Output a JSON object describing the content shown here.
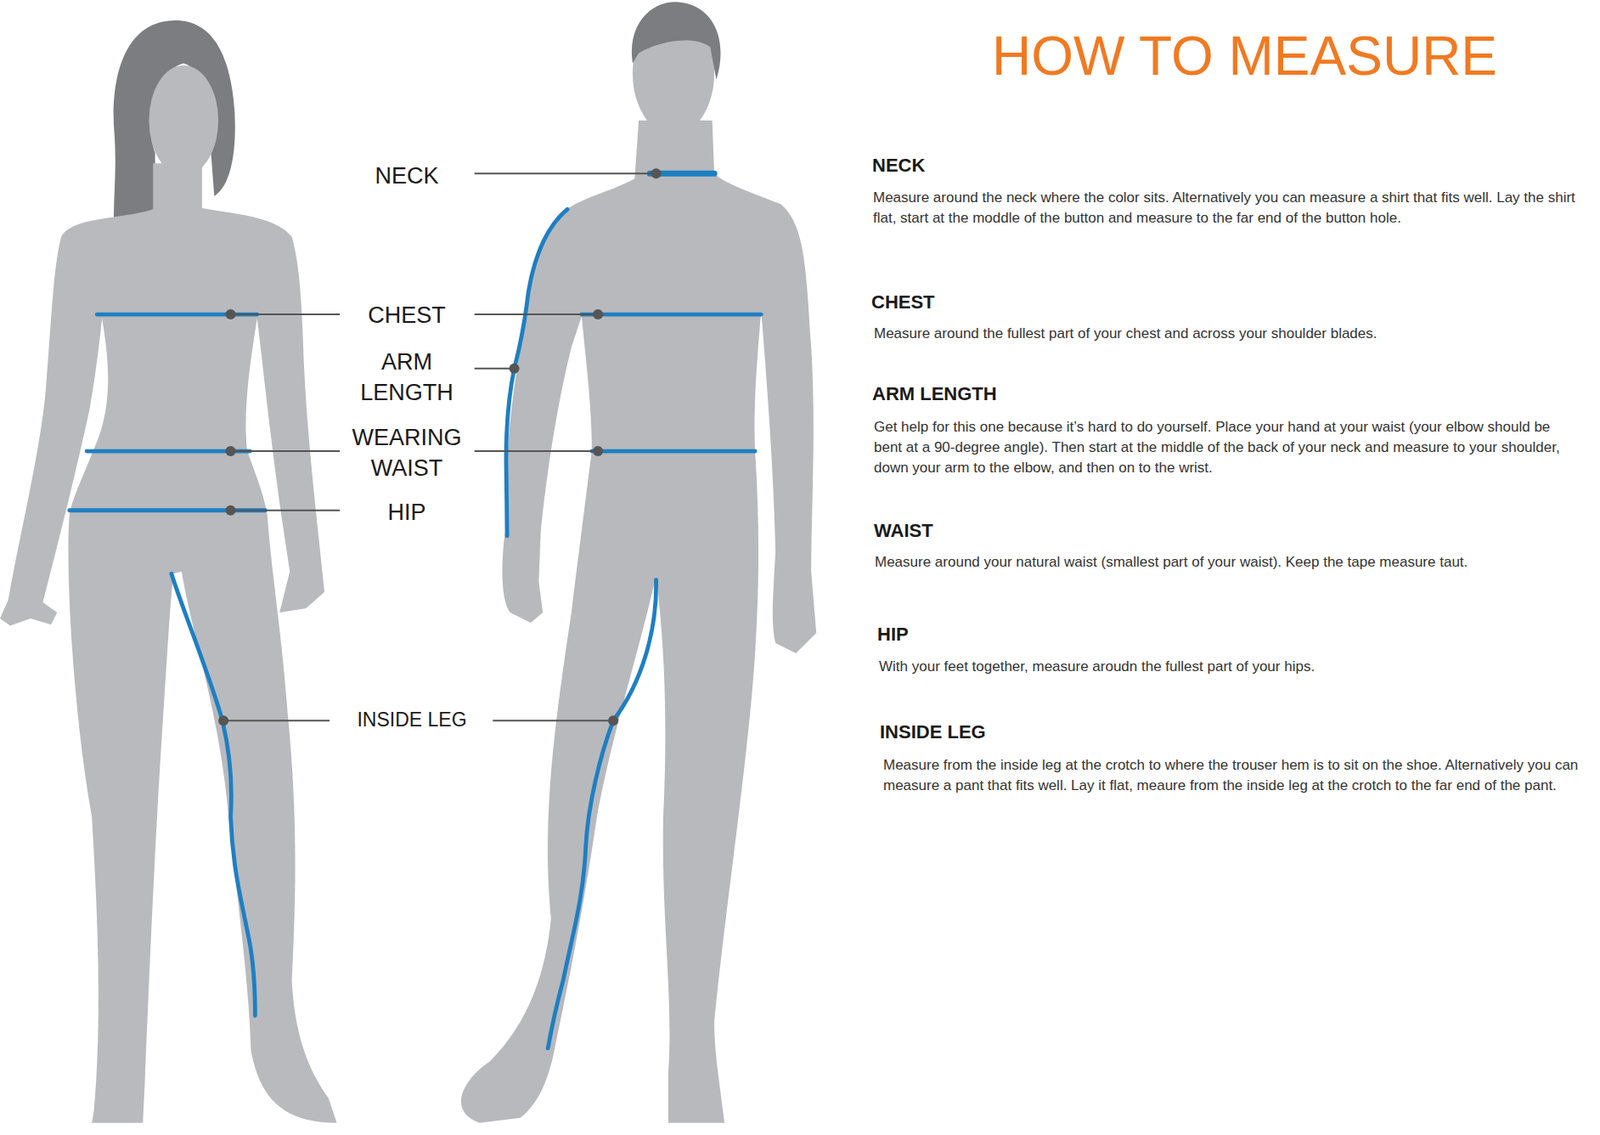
{
  "diagram": {
    "title": "HOW TO MEASURE",
    "labels": [
      "NECK",
      "CHEST",
      "ARM LENGTH",
      "WEARING WAIST",
      "HIP",
      "INSIDE LEG",
      "NECK",
      "Measure around the neck where the color sits. Alternatively you can measure a shirt that fits well. Lay the shirt flat, start at the moddle of the button and measure to the far end of the button hole.",
      "CHEST",
      "Measure around the fullest part of your chest and across your shoulder blades.",
      "ARM LENGTH",
      "Get help for this one because it’s hard to do yourself. Place your hand at your waist (your elbow should be bent at a 90-degree angle). Then start at the middle of the back of your neck and measure to your shoulder, down your arm to the elbow, and then on to the wrist.",
      "WAIST",
      "Measure around your natural waist (smallest part of your waist). Keep the tape measure taut.",
      "HIP",
      "With your feet together, measure aroudn the fullest part of your hips.",
      "INSIDE LEG",
      "Measure from the inside leg at the crotch to where the trouser hem is to sit on the shoe. Alternatively you can measure a pant that fits well. Lay it flat, meaure from the inside leg at the crotch to the far end of the pant."
    ]
  }
}
